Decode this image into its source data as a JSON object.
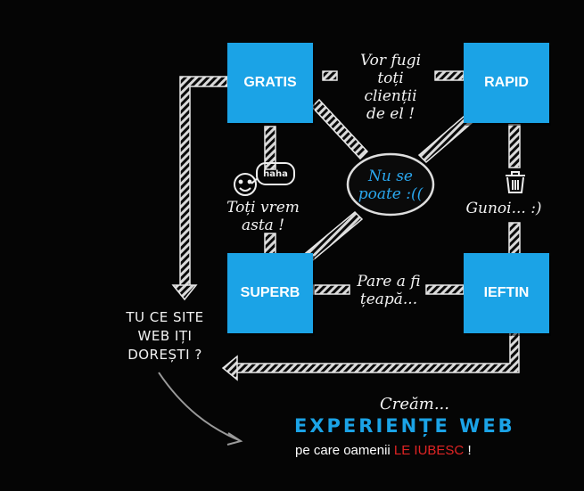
{
  "nodes": {
    "gratis": "GRATIS",
    "rapid": "RAPID",
    "superb": "SUPERB",
    "ieftin": "IEFTIN"
  },
  "labels": {
    "top_line1": "Vor fugi",
    "top_line2": "toți",
    "top_line3": "clienții",
    "top_line4": "de el !",
    "center_line1": "Nu se",
    "center_line2": "poate :((",
    "left_line1": "Toți vrem",
    "left_line2": "asta !",
    "right": "Gunoi... :)",
    "bottom_line1": "Pare a fi",
    "bottom_line2": "țeapă...",
    "bubble": "haha"
  },
  "question": {
    "line1": "TU CE SITE",
    "line2": "WEB IȚI",
    "line3": "DOREȘTI ?"
  },
  "tagline": {
    "intro": "Creăm...",
    "headline": "EXPERIENȚE WEB",
    "sub_before": "pe care oamenii",
    "sub_highlight": "LE IUBESC",
    "sub_after": "!"
  },
  "colors": {
    "background": "#050505",
    "box": "#1ba3e6",
    "accent_blue": "#2aa7ee",
    "highlight_red": "#e02424",
    "chalk": "#d9d9d9"
  },
  "icons": [
    "smiley-icon",
    "trash-can-icon"
  ]
}
